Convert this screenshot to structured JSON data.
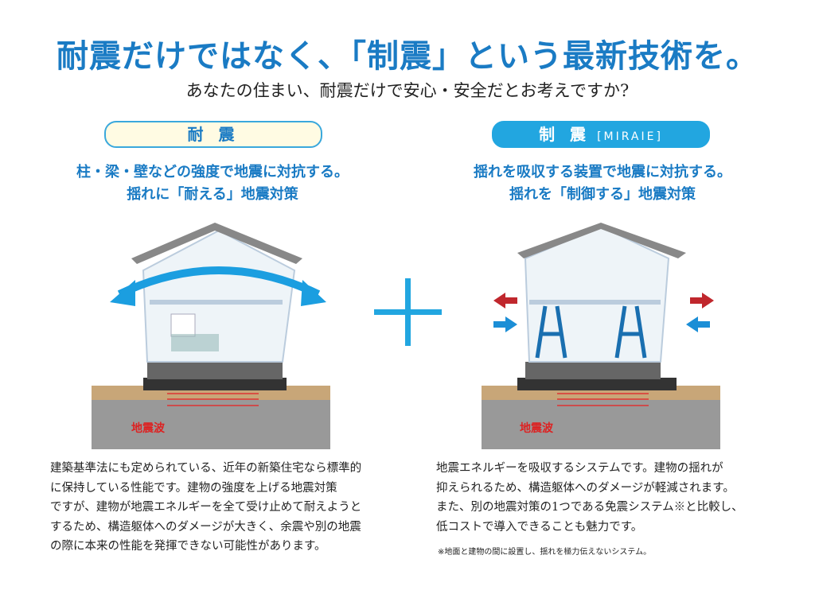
{
  "title": "耐震だけではなく、「制震」という最新技術を。",
  "subtitle": "あなたの住まい、耐震だけで安心・安全だとお考えですか?",
  "left": {
    "label": "耐 震",
    "heading": [
      "柱・梁・壁などの強度で地震に対抗する。",
      "揺れに「耐える」地震対策"
    ],
    "wave_label": "地震波",
    "body": [
      "建築基準法にも定められている、近年の新築住宅なら標準的",
      "に保持している性能です。建物の強度を上げる地震対策",
      "ですが、建物が地震エネルギーを全て受け止めて耐えようと",
      "するため、構造躯体へのダメージが大きく、余震や別の地震",
      "の際に本来の性能を発揮できない可能性があります。"
    ]
  },
  "right": {
    "label": "制 震",
    "label_sub": "[MIRAIE]",
    "heading": [
      "揺れを吸収する装置で地震に対抗する。",
      "揺れを「制御する」地震対策"
    ],
    "wave_label": "地震波",
    "body": [
      "地震エネルギーを吸収するシステムです。建物の揺れが",
      "抑えられるため、構造躯体へのダメージが軽減されます。",
      "また、別の地震対策の1つである免震システム※と比較し、",
      "低コストで導入できることも魅力です。"
    ],
    "note": "※地面と建物の間に設置し、揺れを極力伝えないシステム。"
  },
  "colors": {
    "accent": "#1a7bc4",
    "light_blue": "#22a6e0",
    "red": "#c0272d"
  }
}
